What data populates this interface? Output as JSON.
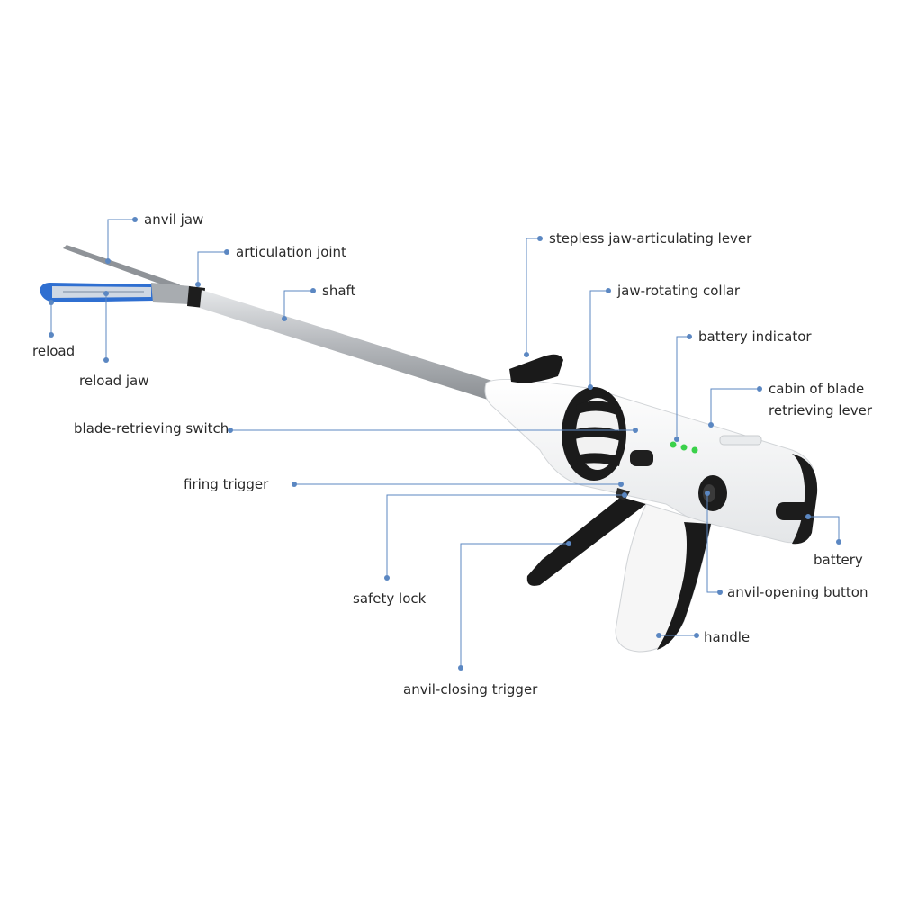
{
  "labels": {
    "anvil_jaw": "anvil jaw",
    "articulation_joint": "articulation joint",
    "shaft": "shaft",
    "reload": "reload",
    "reload_jaw": "reload jaw",
    "stepless_lever": "stepless jaw-articulating lever",
    "jaw_rotating_collar": "jaw-rotating collar",
    "battery_indicator": "battery indicator",
    "cabin_line1": "cabin of blade",
    "cabin_line2": "retrieving lever",
    "blade_retrieving_switch": "blade-retrieving switch",
    "firing_trigger": "firing trigger",
    "safety_lock": "safety lock",
    "anvil_closing_trigger": "anvil-closing trigger",
    "battery": "battery",
    "anvil_opening_button": "anvil-opening button",
    "handle": "handle"
  },
  "colors": {
    "leader": "#5b87c2",
    "reload_blue": "#2f6fd1",
    "body_white": "#f5f5f5",
    "grip_black": "#1a1a1a",
    "shaft_grey": "#b9bcc0",
    "led_green": "#3ad14a"
  }
}
